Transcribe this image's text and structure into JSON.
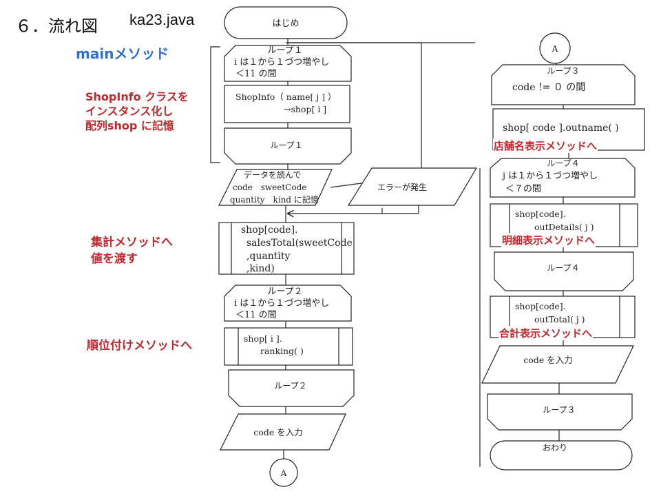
{
  "header": {
    "title": "６．流れ図",
    "filename": "ka23.java",
    "method_title": "mainメソッド"
  },
  "notes": {
    "shopinfo": [
      "ShopInfo クラスを",
      "インスタンス化し",
      "配列shop に記憶"
    ],
    "total": [
      "集計メソッドへ",
      "値を渡す"
    ],
    "ranking": [
      "順位付けメソッドへ"
    ]
  },
  "annotations": {
    "outname": "店舗名表示メソッドへ",
    "outdetails": "明細表示メソッドへ",
    "outtotal": "合計表示メソッドへ"
  },
  "flow_left": {
    "start": "はじめ",
    "loop1_start": [
      "ループ１",
      "i は１から１づつ増やし",
      "＜11 の間"
    ],
    "shopinfo_process": [
      "ShopInfo（ name[ j ] ）",
      "→shop[ i ]"
    ],
    "loop1_end": "ループ１",
    "read_data": [
      "データを読んで",
      "code　sweetCode",
      "quantity　kind に記憶"
    ],
    "error": "エラーが発生",
    "sales_total": [
      "shop[code].",
      "salesTotal(sweetCode",
      ",quantity",
      ",kind)"
    ],
    "loop2_start": [
      "ループ２",
      "i は１から１づつ増やし",
      "＜11 の間"
    ],
    "ranking": [
      "shop[ i ].",
      "ranking( )"
    ],
    "loop2_end": "ループ２",
    "input_code": "code を入力",
    "connector": "A"
  },
  "flow_right": {
    "connector": "A",
    "loop3_start": [
      "ループ３",
      "code != ０ の間"
    ],
    "outname": "shop[ code ].outname( )",
    "loop4_start": [
      "ループ４",
      "j は１から１づつ増やし",
      "＜７の間"
    ],
    "outdetails": [
      "shop[code].",
      "outDetails( j )"
    ],
    "loop4_end": "ループ４",
    "outtotal": [
      "shop[code].",
      "outTotal( j )"
    ],
    "input_code": "code を入力",
    "loop3_end": "ループ３",
    "end": "おわり"
  }
}
